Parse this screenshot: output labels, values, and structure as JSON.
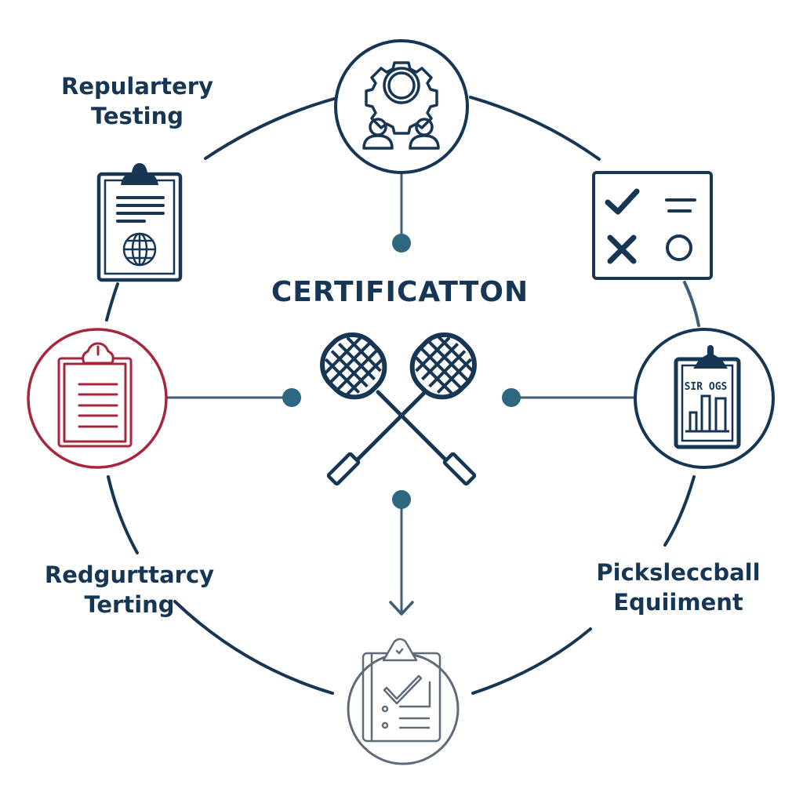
{
  "diagram": {
    "center_title": "CERTIFICATTON",
    "center_icon": "crossed-pickleball-paddles-icon",
    "colors": {
      "navy": "#163654",
      "teal_dot": "#2f6680",
      "connector": "#3f5d74",
      "red_accent": "#a6273d",
      "gray_node": "#5f6b79"
    },
    "labels": {
      "top_left": {
        "line1": "Repulartery",
        "line2": "Testing"
      },
      "bottom_left": {
        "line1": "Redgurttarcy",
        "line2": "Terting"
      },
      "bottom_right": {
        "line1": "Picksleccball",
        "line2": "Equiiment"
      }
    },
    "nodes": [
      {
        "id": "top",
        "icon": "gear-with-people-icon"
      },
      {
        "id": "top-right",
        "icon": "checklist-check-cross-icon"
      },
      {
        "id": "right",
        "icon": "clipboard-bar-chart-icon",
        "text": "SIR OGS"
      },
      {
        "id": "bottom",
        "icon": "clipboard-checkmark-icon"
      },
      {
        "id": "left",
        "icon": "clipboard-list-icon"
      },
      {
        "id": "top-left",
        "icon": "clipboard-globe-icon"
      }
    ]
  }
}
